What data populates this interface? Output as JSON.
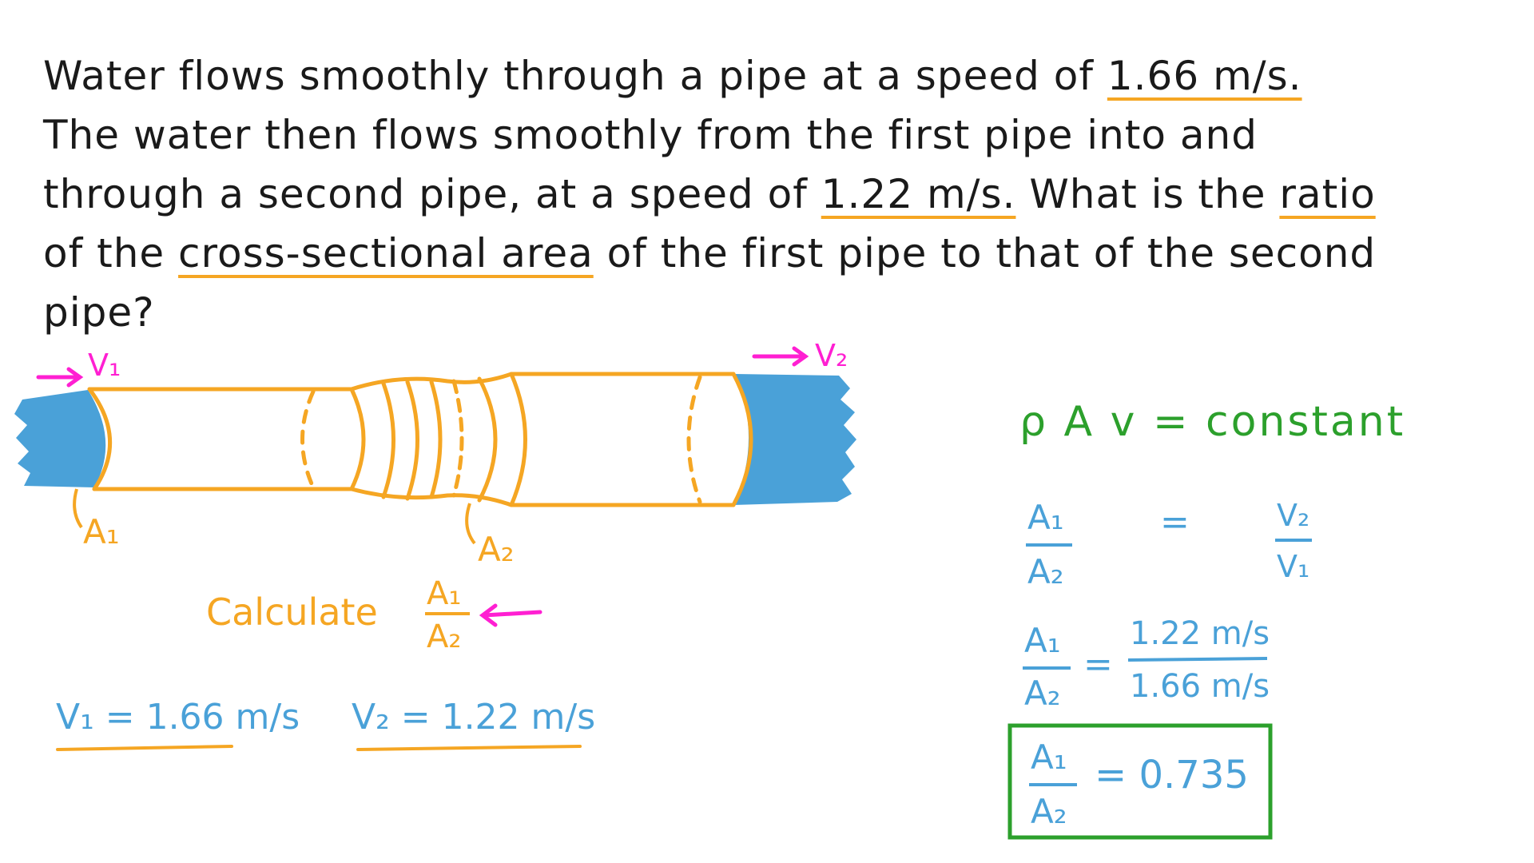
{
  "question": {
    "line1_a": "Water flows smoothly through a pipe at a speed of ",
    "line1_speed": "1.66 m/s.",
    "line2": "The water then flows smoothly from the first pipe into and",
    "line3_a": "through a second pipe, at a speed of ",
    "line3_speed": "1.22 m/s.",
    "line3_b": " What is the ",
    "line3_ratio": "ratio",
    "line4_a": "of the ",
    "line4_area": "cross-sectional area",
    "line4_b": " of the first pipe to that of the second",
    "line5": "pipe?"
  },
  "diagram": {
    "v1_label": "V₁",
    "v2_label": "V₂",
    "a1_label": "A₁",
    "a2_label": "A₂",
    "calculate_label": "Calculate",
    "calc_num": "A₁",
    "calc_den": "A₂",
    "v1_given": "V₁ = 1.66 m/s",
    "v2_given": "V₂ = 1.22 m/s"
  },
  "solution": {
    "continuity": "ρ A v = constant",
    "step1_num": "A₁",
    "step1_den": "A₂",
    "step1_eq": "=",
    "step1_rnum": "V₂",
    "step1_rden": "V₁",
    "step2_num": "A₁",
    "step2_den": "A₂",
    "step2_eq": "=",
    "step2_rnum": "1.22 m/s",
    "step2_rden": "1.66 m/s",
    "result_num": "A₁",
    "result_den": "A₂",
    "result_eq": "= 0.735"
  },
  "colors": {
    "pipe": "#f5a623",
    "water": "#4aa1d8",
    "arrow": "#ff1fd2",
    "formula": "#2ca02c",
    "text": "#1a1a1a"
  }
}
